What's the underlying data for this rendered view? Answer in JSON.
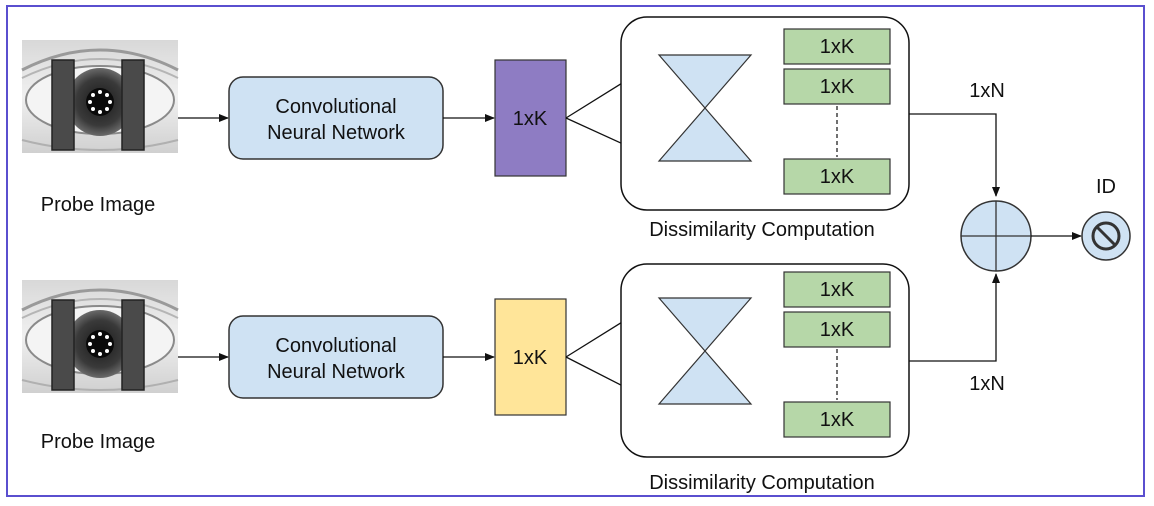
{
  "colors": {
    "frame": "#5a4fcf",
    "cnn_fill": "#cfe2f3",
    "cnn_stroke": "#333333",
    "feature_top": "#8e7cc3",
    "feature_bottom": "#ffe599",
    "hourglass": "#cfe2f3",
    "stack_fill": "#b6d7a8",
    "combiner_fill": "#cfe2f3"
  },
  "icons": {
    "probe_image_top": "eye-probe-image",
    "probe_image_bottom": "eye-probe-image",
    "id_symbol": "prohibited-icon"
  },
  "top_branch": {
    "probe_label": "Probe Image",
    "cnn_line1": "Convolutional",
    "cnn_line2": "Neural Network",
    "feature_label": "1xK",
    "stack_items": [
      "1xK",
      "1xK",
      "1xK"
    ],
    "dissimilarity_label": "Dissimilarity Computation",
    "output_label": "1xN"
  },
  "bottom_branch": {
    "probe_label": "Probe Image",
    "cnn_line1": "Convolutional",
    "cnn_line2": "Neural Network",
    "feature_label": "1xK",
    "stack_items": [
      "1xK",
      "1xK",
      "1xK"
    ],
    "dissimilarity_label": "Dissimilarity Computation",
    "output_label": "1xN"
  },
  "result": {
    "id_label": "ID"
  }
}
